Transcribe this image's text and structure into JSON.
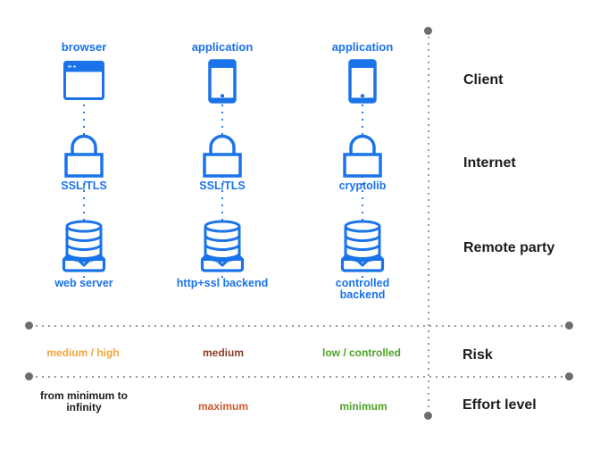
{
  "diagram_title": "client-to-backend security channel comparison",
  "colors": {
    "accent_blue": "#1a73e8",
    "text_black": "#1c1c1e",
    "divider_dot_gray": "#9b9b9b",
    "endpoint_dot_gray": "#6d6d6d",
    "risk_medium_high": "#f5a43c",
    "risk_medium": "#8c3b26",
    "risk_low_controlled": "#4ca326",
    "effort_neutral": "#1c1c1e",
    "effort_maximum": "#cd5a2d",
    "effort_minimum": "#4ca326"
  },
  "row_labels": {
    "client": "Client",
    "internet": "Internet",
    "remote_party": "Remote party",
    "risk": "Risk",
    "effort": "Effort level"
  },
  "columns": [
    {
      "client": {
        "label": "browser",
        "icon": "browser-window-icon"
      },
      "internet": {
        "label": "SSL/TLS",
        "icon": "padlock-icon"
      },
      "remote": {
        "label": "web server",
        "icon": "database-server-icon"
      },
      "risk": {
        "label": "medium / high",
        "color": "#f5a43c"
      },
      "effort": {
        "label": "from minimum to infinity",
        "color": "#1c1c1e"
      }
    },
    {
      "client": {
        "label": "application",
        "icon": "smartphone-icon"
      },
      "internet": {
        "label": "SSL/TLS",
        "icon": "padlock-icon"
      },
      "remote": {
        "label": "http+ssl backend",
        "icon": "database-server-icon"
      },
      "risk": {
        "label": "medium",
        "color": "#8c3b26"
      },
      "effort": {
        "label": "maximum",
        "color": "#cd5a2d"
      }
    },
    {
      "client": {
        "label": "application",
        "icon": "smartphone-icon"
      },
      "internet": {
        "label": "cryptolib",
        "icon": "padlock-icon"
      },
      "remote": {
        "label": "controlled backend",
        "icon": "database-server-icon"
      },
      "risk": {
        "label": "low / controlled",
        "color": "#4ca326"
      },
      "effort": {
        "label": "minimum",
        "color": "#4ca326"
      }
    }
  ]
}
